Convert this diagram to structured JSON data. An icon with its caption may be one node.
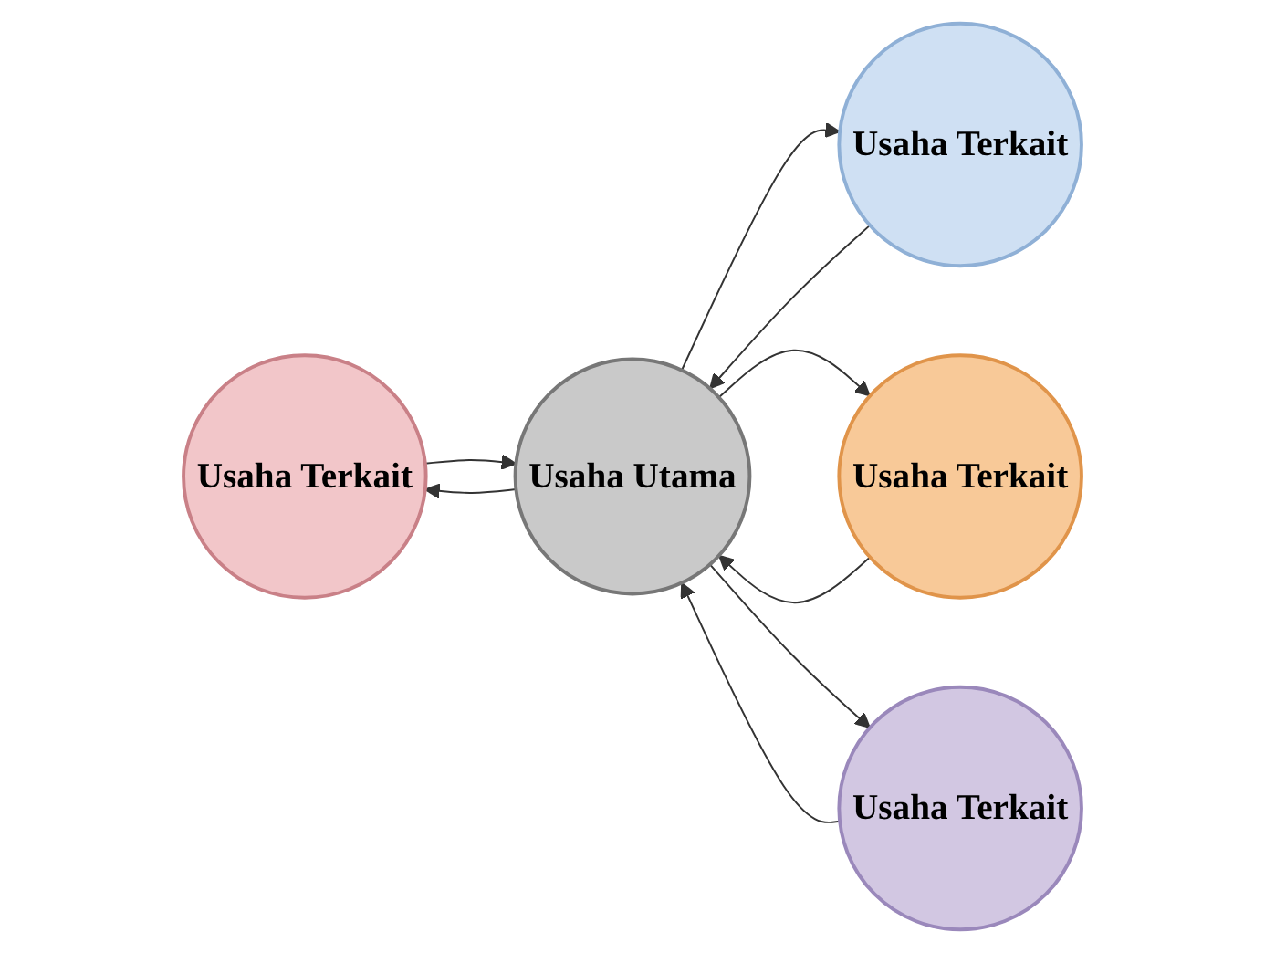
{
  "diagram": {
    "nodes": [
      {
        "text": [
          "Usaha Terkait"
        ]
      },
      {
        "text": [
          "Usaha Terkait"
        ]
      },
      {
        "text": [
          "Usaha Utama"
        ]
      },
      {
        "text": [
          "Usaha Terkait"
        ]
      },
      {
        "text": [
          "Usaha Terkait"
        ]
      }
    ],
    "edges": [
      {
        "from": 0,
        "to": 2,
        "arrow": "to"
      },
      {
        "from": 2,
        "to": 0,
        "arrow": "to"
      },
      {
        "from": 2,
        "to": 1,
        "arrow": "to"
      },
      {
        "from": 1,
        "to": 2,
        "arrow": "to"
      },
      {
        "from": 3,
        "to": 2,
        "arrow": "to"
      },
      {
        "from": 2,
        "to": 3,
        "arrow": "to"
      },
      {
        "from": 2,
        "to": 4,
        "arrow": "to"
      },
      {
        "from": 4,
        "to": 2,
        "arrow": "to"
      }
    ]
  }
}
